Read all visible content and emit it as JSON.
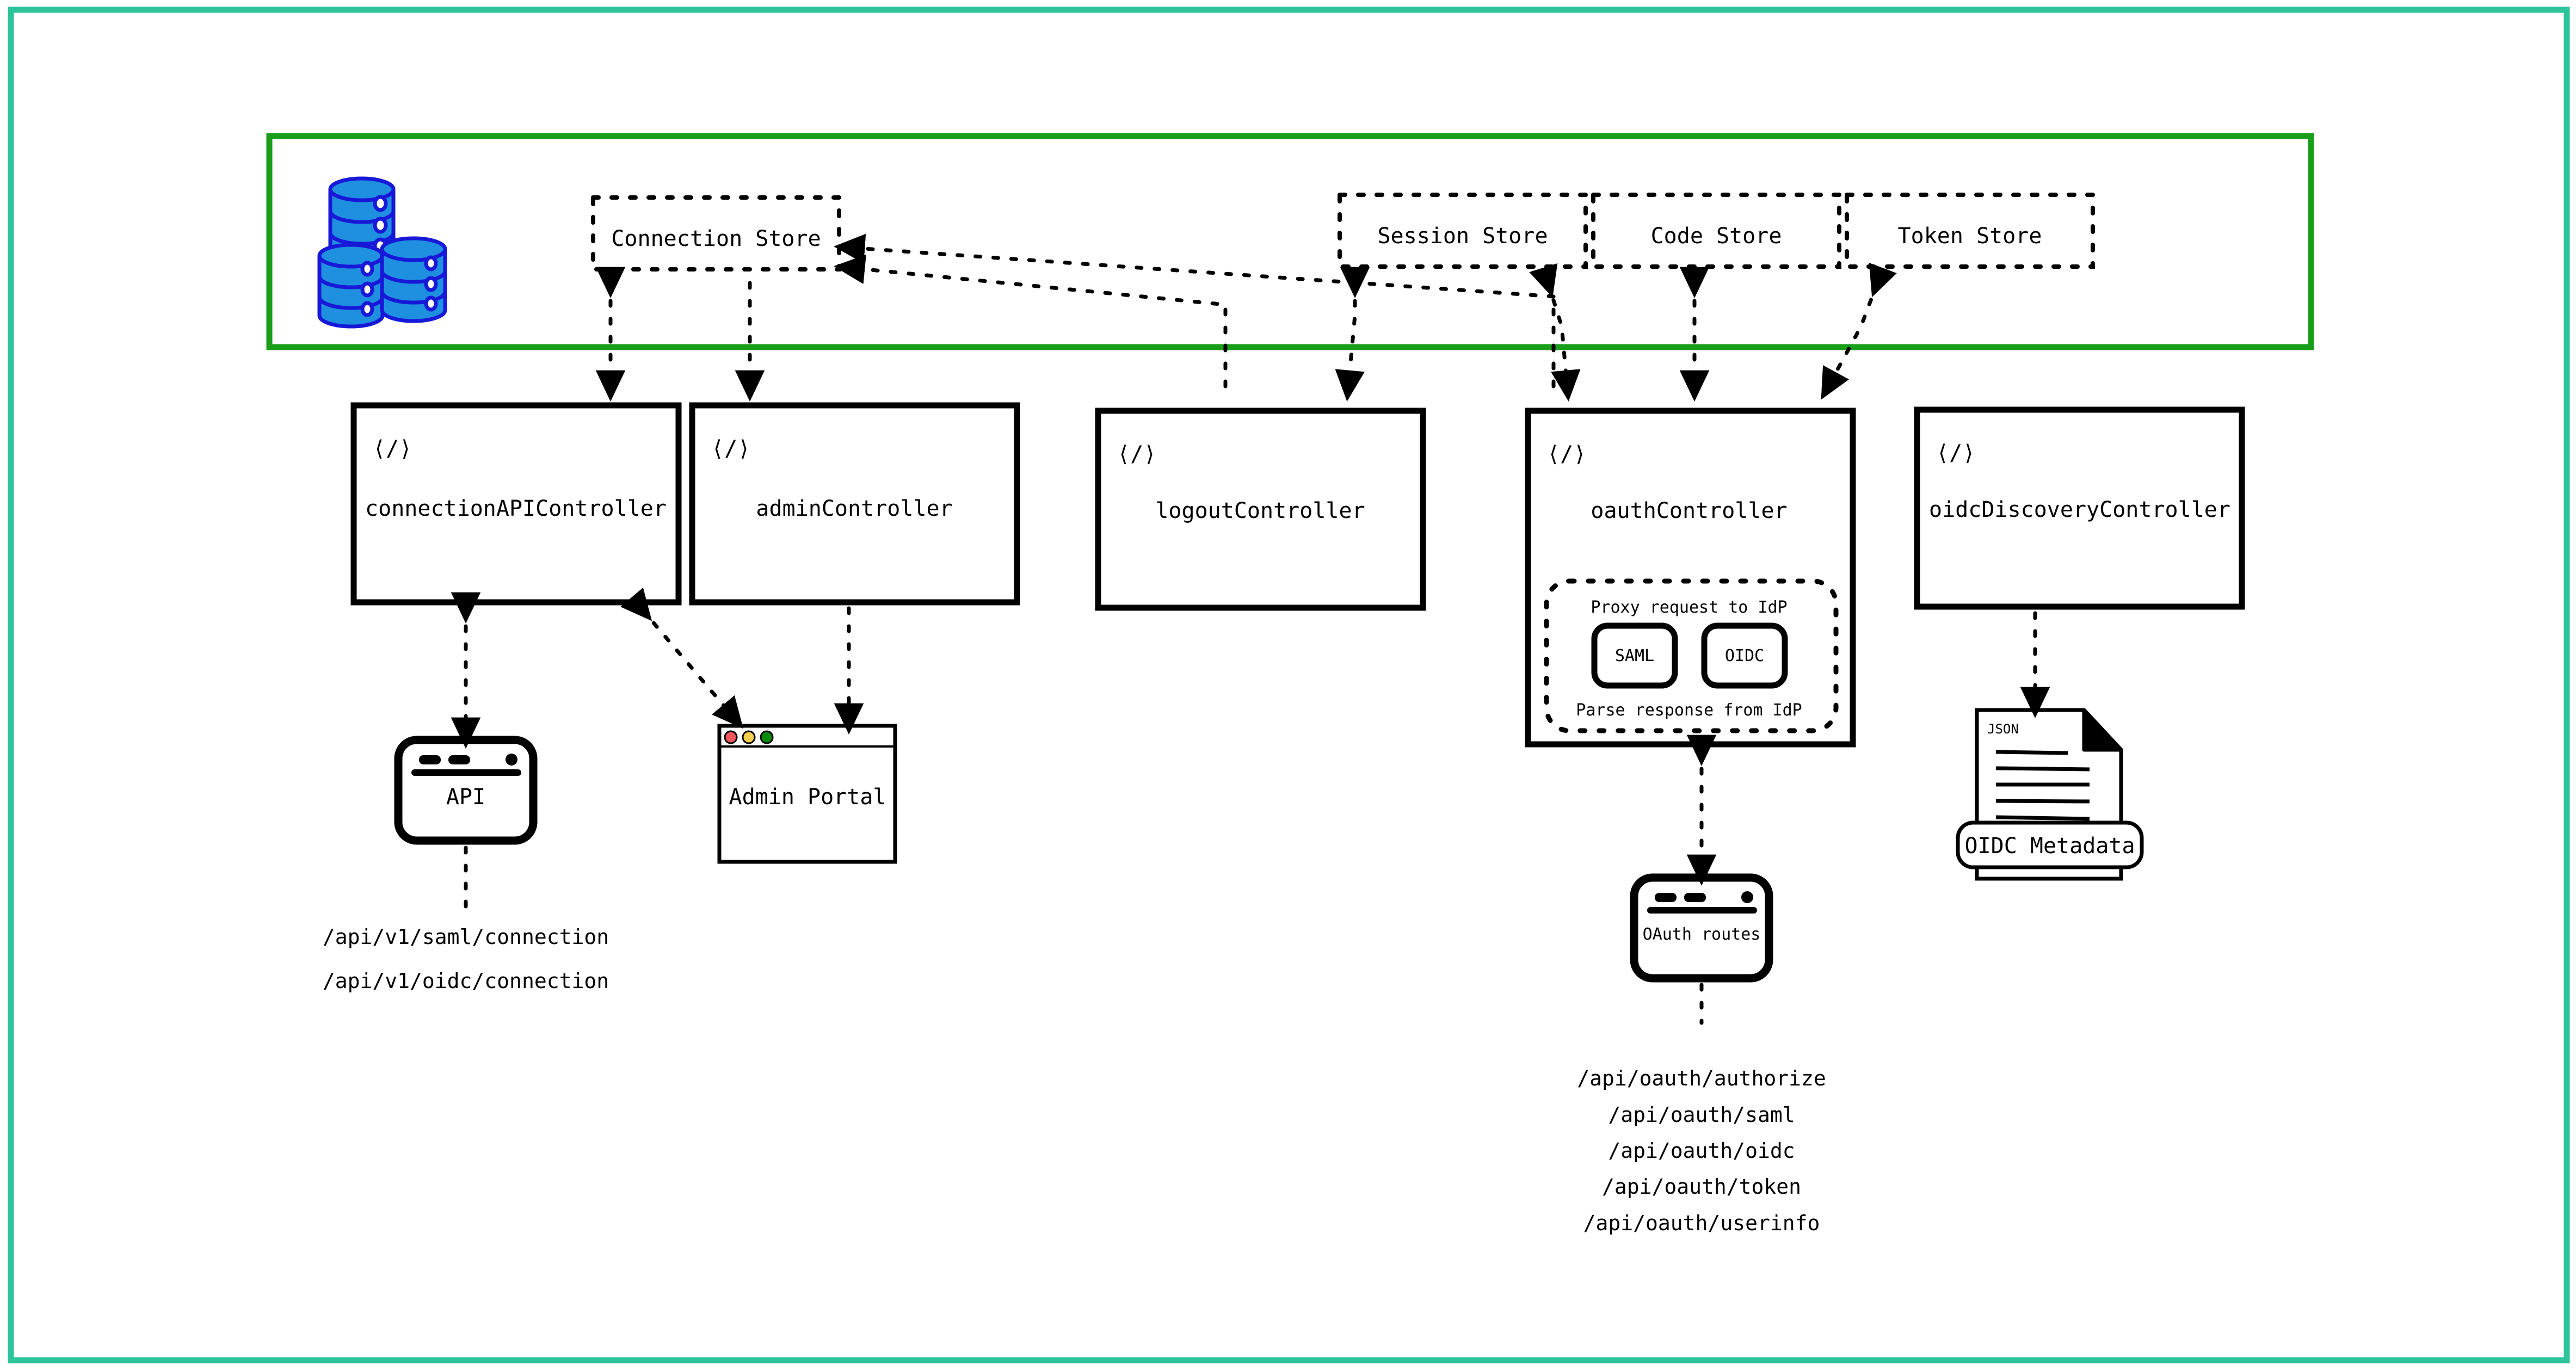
{
  "frame": {
    "border_color": "#2ec49b"
  },
  "datastore_group": {
    "border_color": "#1a9e1a",
    "db_icon": "database-cylinders",
    "stores": [
      {
        "name": "connection-store",
        "label": "Connection Store"
      },
      {
        "name": "session-store",
        "label": "Session Store"
      },
      {
        "name": "code-store",
        "label": "Code Store"
      },
      {
        "name": "token-store",
        "label": "Token Store"
      }
    ]
  },
  "controllers": [
    {
      "name": "connection-api-controller",
      "label": "connectionAPIController",
      "icon": "code-icon"
    },
    {
      "name": "admin-controller",
      "label": "adminController",
      "icon": "code-icon"
    },
    {
      "name": "logout-controller",
      "label": "logoutController",
      "icon": "code-icon"
    },
    {
      "name": "oauth-controller",
      "label": "oauthController",
      "icon": "code-icon"
    },
    {
      "name": "oidc-discovery-controller",
      "label": "oidcDiscoveryController",
      "icon": "code-icon"
    }
  ],
  "idp_proxy": {
    "top_label": "Proxy request to IdP",
    "bottom_label": "Parse response from IdP",
    "protocols": [
      {
        "name": "saml-pill",
        "label": "SAML"
      },
      {
        "name": "oidc-pill",
        "label": "OIDC"
      }
    ]
  },
  "clients": {
    "api_window": {
      "label": "API",
      "icon": "browser-window-icon"
    },
    "admin_portal": {
      "label": "Admin Portal",
      "icon": "browser-window-icon",
      "dots": [
        {
          "name": "close-dot",
          "color": "#f2555a"
        },
        {
          "name": "minimize-dot",
          "color": "#f5ce4e"
        },
        {
          "name": "maximize-dot",
          "color": "#0a8a0a"
        }
      ]
    },
    "oauth_routes_window": {
      "label": "OAuth routes",
      "icon": "browser-window-icon"
    },
    "metadata_doc": {
      "badge": "JSON",
      "label": "OIDC Metadata",
      "icon": "json-document-icon",
      "line_count": 5
    }
  },
  "endpoints": {
    "connection_api": [
      "/api/v1/saml/connection",
      "/api/v1/oidc/connection"
    ],
    "oauth": [
      "/api/oauth/authorize",
      "/api/oauth/saml",
      "/api/oauth/oidc",
      "/api/oauth/token",
      "/api/oauth/userinfo"
    ]
  }
}
